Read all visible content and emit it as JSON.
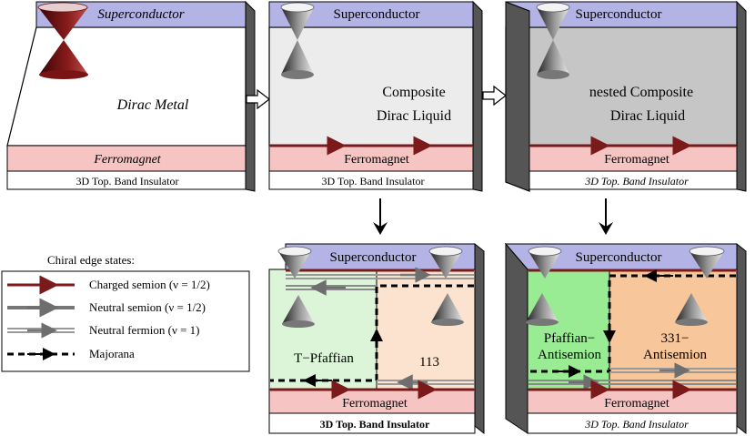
{
  "panels": {
    "dirac_metal": {
      "top": "Superconductor",
      "center": "Dirac Metal",
      "strip": "Ferromagnet",
      "base": "3D Top. Band Insulator"
    },
    "cdl": {
      "top": "Superconductor",
      "center_line1": "Composite",
      "center_line2": "Dirac Liquid",
      "strip": "Ferromagnet",
      "base": "3D Top. Band Insulator"
    },
    "ncdl": {
      "top": "Superconductor",
      "center_line1": "nested Composite",
      "center_line2": "Dirac Liquid",
      "strip": "Ferromagnet",
      "base": "3D Top. Band Insulator"
    },
    "tpf": {
      "top": "Superconductor",
      "left_region": "T−Pfaffian",
      "right_region": "113",
      "strip": "Ferromagnet",
      "base": "3D Top. Band Insulator"
    },
    "pas": {
      "top": "Superconductor",
      "left_line1": "Pfaffian−",
      "left_line2": "Antisemion",
      "right_line1": "331−",
      "right_line2": "Antisemion",
      "strip": "Ferromagnet",
      "base": "3D Top. Band Insulator"
    }
  },
  "legend": {
    "title": "Chiral edge states:",
    "items": [
      {
        "label": "Charged semion (ν = 1/2)",
        "color": "#7a1a1a"
      },
      {
        "label": "Neutral semion (ν = 1/2)",
        "color": "#777777"
      },
      {
        "label": "Neutral fermion (ν = 1)",
        "color": "#888888"
      },
      {
        "label": "Majorana",
        "color": "#000000"
      }
    ]
  },
  "colors": {
    "superconductor": "#b3b3e6",
    "ferromagnet": "#f7c4c4",
    "cdl_face": "#ececec",
    "ncdl_face": "#c6c6c6",
    "tpf_left": "#dcf5d8",
    "tpf_right": "#fbe3cf",
    "pas_left": "#99ec93",
    "pas_right": "#f7c69a",
    "charged": "#7a1a1a",
    "neutral": "#8a8a8a"
  }
}
